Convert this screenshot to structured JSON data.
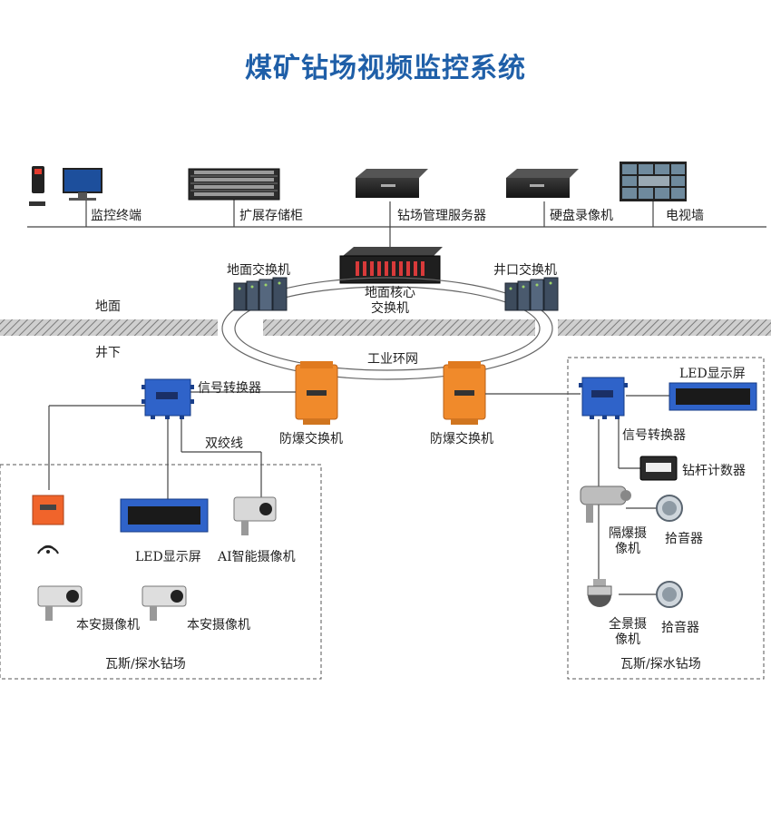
{
  "title": "煤矿钻场视频监控系统",
  "ground": {
    "above": "地面",
    "below": "井下"
  },
  "top_devices": [
    {
      "label": "监控终端"
    },
    {
      "label": "扩展存储柜"
    },
    {
      "label": "钻场管理服务器"
    },
    {
      "label": "硬盘录像机"
    },
    {
      "label": "电视墙"
    }
  ],
  "network": {
    "core_switch": "地面核心",
    "core_switch_line2": "交换机",
    "left_switch": "地面交换机",
    "right_switch": "井口交换机",
    "ring": "工业环网",
    "left_explosion_switch": "防爆交换机",
    "right_explosion_switch": "防爆交换机"
  },
  "left_site": {
    "converter": "信号转换器",
    "twisted_pair": "双绞线",
    "led": "LED显示屏",
    "ai_camera": "AI智能摄像机",
    "safe_camera_1": "本安摄像机",
    "safe_camera_2": "本安摄像机",
    "area": "瓦斯/探水钻场"
  },
  "right_site": {
    "led": "LED显示屏",
    "converter": "信号转换器",
    "drill_counter": "钻杆计数器",
    "explosion_camera": "隔爆摄",
    "explosion_camera_line2": "像机",
    "mic_1": "拾音器",
    "panorama_camera": "全景摄",
    "panorama_camera_line2": "像机",
    "mic_2": "拾音器",
    "area": "瓦斯/探水钻场"
  },
  "colors": {
    "title": "#1f5fa8",
    "blue_device": "#2f63c9",
    "orange_device": "#f08a2b",
    "hatch": "#777777"
  }
}
